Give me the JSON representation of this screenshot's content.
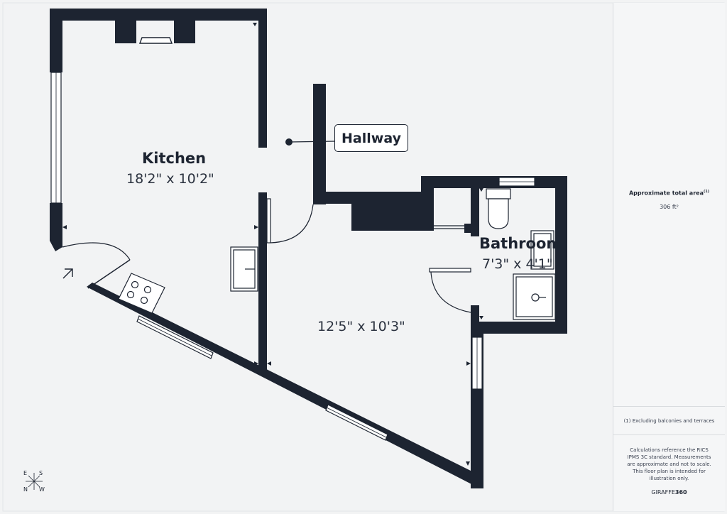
{
  "rooms": {
    "kitchen": {
      "name": "Kitchen",
      "dims": "18'2\" x 10'2\""
    },
    "hallway": {
      "name": "Hallway"
    },
    "bathroom": {
      "name": "Bathroom",
      "dims": "7'3\" x 4'1\""
    },
    "living": {
      "dims": "12'5\" x 10'3\""
    }
  },
  "side_panel": {
    "area_label": "Approximate total area",
    "area_superscript": "(1)",
    "area_value": "306 ft²",
    "footnote": "(1) Excluding balconies and terraces",
    "disclaimer": "Calculations reference the RICS IPMS 3C standard. Measurements are approximate and not to scale. This floor plan is intended for illustration only.",
    "brand_prefix": "GIRAFFE",
    "brand_suffix": "360"
  },
  "compass": {
    "n": "N",
    "e": "E",
    "s": "S",
    "w": "W"
  },
  "colors": {
    "wall": "#1d2431",
    "background": "#f2f3f4",
    "window": "#ffffff"
  }
}
